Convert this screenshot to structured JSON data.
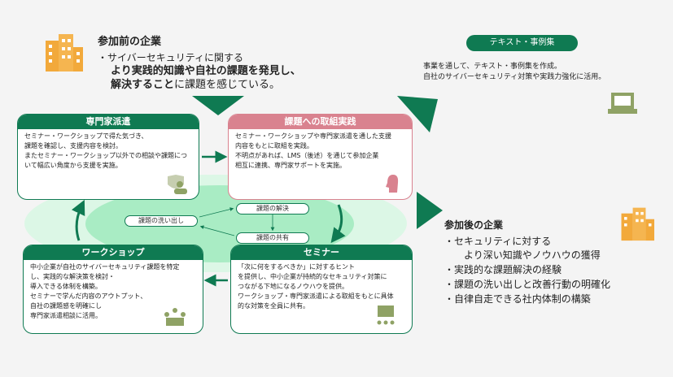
{
  "before": {
    "title": "参加前の企業",
    "lines": [
      "・サイバーセキュリティに関する",
      "より実践的知識や自社の課題を発見し、",
      "解決することに課題を感じている。"
    ],
    "bold_part": "解決すること",
    "rest": "に課題を感じている。"
  },
  "text_collection": {
    "button": "テキスト・事例集",
    "lines": [
      "事業を通して、テキスト・事例集を作成。",
      "自社のサイバーセキュリティ対策や実践力強化に活用。"
    ]
  },
  "boxes": {
    "expert": {
      "title": "専門家派遣",
      "lines": [
        "セミナー・ワークショップで得た気づき、",
        "課題を確認し、支援内容を検討。",
        "またセミナー・ワークショップ以外での相談や課題につ",
        "いて幅広い角度から支援を実施。"
      ]
    },
    "practice": {
      "title": "課題への取組実践",
      "lines": [
        "セミナー・ワークショップや専門家派遣を通した支援",
        "内容をもとに取組を実践。",
        "不明点があれば、LMS（後述）を通じて参加企業",
        "相互に連携、専門家サポートを実施。"
      ]
    },
    "workshop": {
      "title": "ワークショップ",
      "lines": [
        "中小企業が自社のサイバーセキュリティ課題を特定",
        "し、実践的な解決策を検討・",
        "導入できる体制を構築。",
        "セミナーで学んだ内容のアウトプット、",
        "自社の課題感を明確にし",
        "専門家派遣相談に活用。"
      ]
    },
    "seminar": {
      "title": "セミナー",
      "lines": [
        "「次に何をするべきか」に対するヒント",
        "を提供し、中小企業が持続的なセキュリティ対策に",
        "つながる下地になるノウハウを提供。",
        "ワークショップ・専門家派遣による取組をもとに具体",
        "的な対策を全員に共有。"
      ]
    }
  },
  "cycle": {
    "identify": "課題の洗い出し",
    "solve": "課題の解決",
    "share": "課題の共有"
  },
  "after": {
    "title": "参加後の企業",
    "lines": [
      "・セキュリティに対する",
      "より深い知識やノウハウの獲得",
      "・実践的な課題解決の経験",
      "・課題の洗い出しと改善行動の明確化",
      "・自律自走できる社内体制の構築"
    ]
  },
  "colors": {
    "green": "#0f7a52",
    "pink": "#d9828f",
    "icon": "#8fa265",
    "building": "#f2a93b"
  }
}
